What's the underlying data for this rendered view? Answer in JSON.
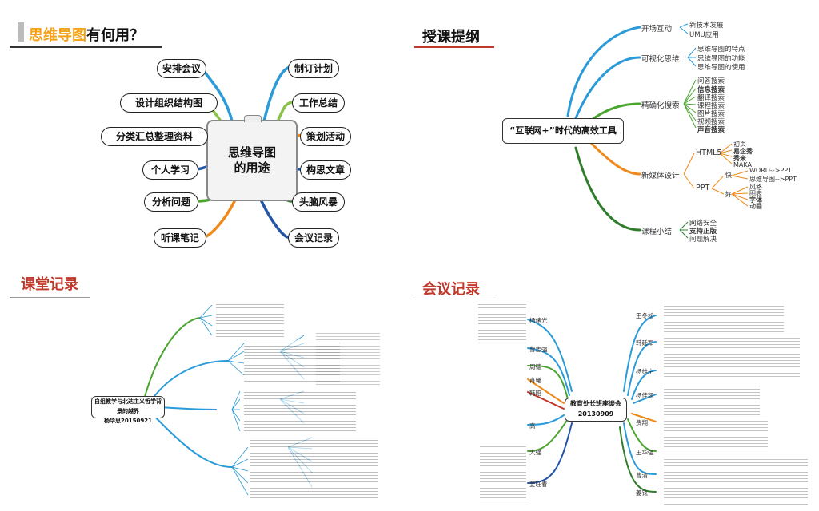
{
  "q1": {
    "title_highlight": "思维导图",
    "title_rest": "有何用？",
    "center": [
      "思维导图",
      "的用途"
    ],
    "left_items": [
      "安排会议",
      "设计组织结构图",
      "分类汇总整理资料",
      "个人学习",
      "分析问题",
      "听课笔记"
    ],
    "right_items": [
      "制订计划",
      "工作总结",
      "策划活动",
      "构思文章",
      "头脑风暴",
      "会议记录"
    ]
  },
  "q2": {
    "title": "授课提纲",
    "center": "“互联网+”时代的高效工具",
    "branches": [
      {
        "label": "开场互动",
        "children": [
          "新技术发展",
          "UMU应用"
        ]
      },
      {
        "label": "可视化思维",
        "children": [
          "思维导图的特点",
          "思维导图的功能",
          "思维导图的使用"
        ]
      },
      {
        "label": "精确化搜索",
        "children": [
          "问答搜索",
          "信息搜索",
          "翻译搜索",
          "课程搜索",
          "图片搜索",
          "视频搜索",
          "声音搜索"
        ]
      },
      {
        "label": "新媒体设计",
        "html5": "HTML5",
        "html5_children": [
          "初页",
          "易企秀",
          "秀米",
          "MAKA"
        ],
        "ppt": "PPT",
        "fast": "快",
        "fast_children": [
          "WORD-->PPT",
          "思维导图-->PPT"
        ],
        "good": "好",
        "good_children": [
          "风格",
          "图表",
          "字体",
          "动画"
        ]
      },
      {
        "label": "课程小结",
        "children": [
          "网络安全",
          "支持正版",
          "问题解决"
        ]
      }
    ]
  },
  "q3": {
    "title": "课堂记录",
    "hub": [
      "自组教学与北达主义哲学背景的越界",
      "杨华思20150921"
    ]
  },
  "q4": {
    "title": "会议记录",
    "hub": [
      "教育处长班座谈会",
      "20130909"
    ],
    "left_nodes": [
      "杨绪光",
      "曹志强",
      "周德",
      "肖曦",
      "韩昭",
      "高",
      "大强",
      "姜旺春"
    ],
    "right_nodes": [
      "王冬松",
      "韩延军",
      "杨维宁",
      "杨佳凯",
      "费翔",
      "王华强",
      "曹清",
      "姜铉"
    ]
  },
  "colors": {
    "highlight": "#f2a31b",
    "red_title": "#c0392b",
    "branch_blue": "#2a9ad8",
    "branch_green": "#4aa52f",
    "branch_orange": "#ee8a1c",
    "branch_darkblue": "#2255a6",
    "branch_darkgreen": "#2f7d2a"
  }
}
